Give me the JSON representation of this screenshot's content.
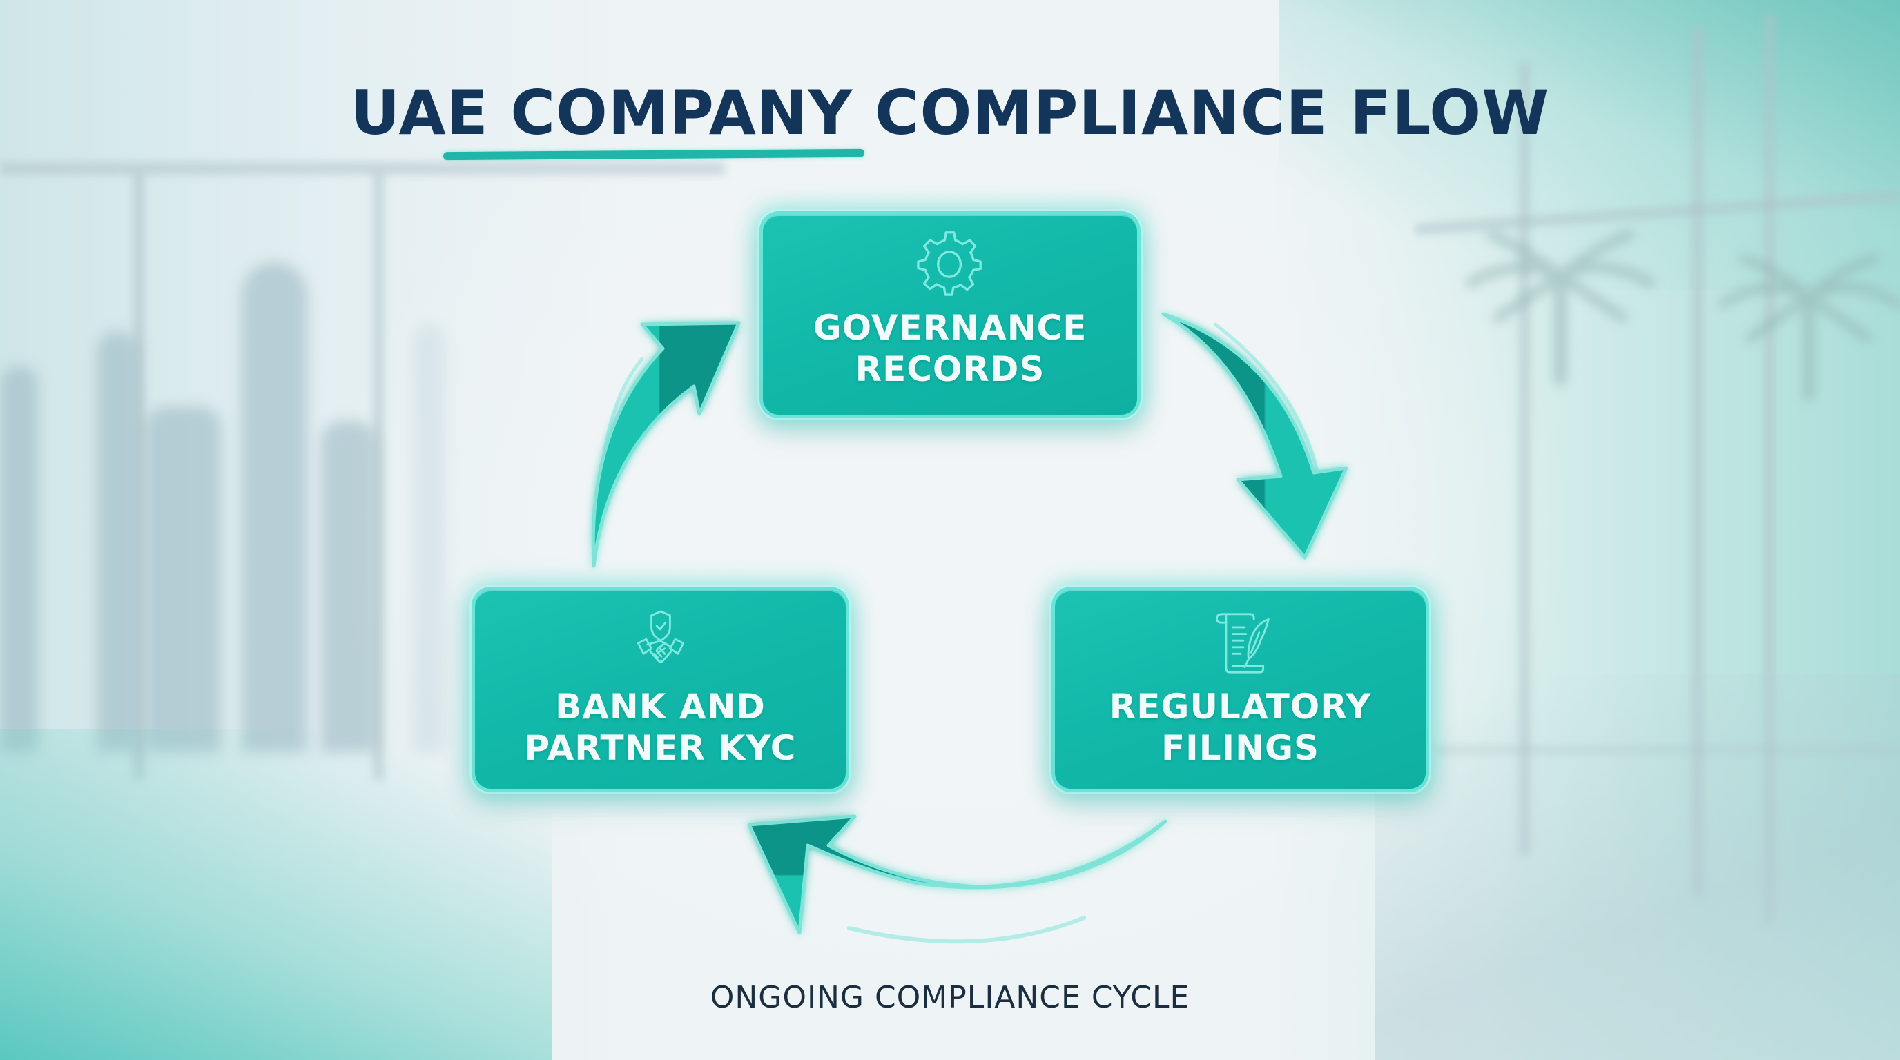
{
  "title": "UAE COMPANY COMPLIANCE FLOW",
  "colors": {
    "title": "#13355a",
    "accent": "#1fb5a8",
    "box_fill": "#12b8a9",
    "box_text": "#f2fbfb",
    "arrow_dark": "#0e9488",
    "arrow_light": "#1cc2b0",
    "arrow_outline": "#7fe3d8",
    "caption": "#1a2e40"
  },
  "stages": [
    {
      "id": "governance",
      "icon": "gear-icon",
      "lines": [
        "GOVERNANCE",
        "RECORDS"
      ]
    },
    {
      "id": "regulatory",
      "icon": "scroll-quill-icon",
      "lines": [
        "REGULATORY",
        "FILINGS"
      ]
    },
    {
      "id": "bank",
      "icon": "shield-handshake-icon",
      "lines": [
        "BANK AND",
        "PARTNER KYC"
      ]
    }
  ],
  "flow": [
    {
      "from": "governance",
      "to": "regulatory"
    },
    {
      "from": "regulatory",
      "to": "bank"
    },
    {
      "from": "bank",
      "to": "governance"
    }
  ],
  "caption": "ONGOING COMPLIANCE CYCLE"
}
